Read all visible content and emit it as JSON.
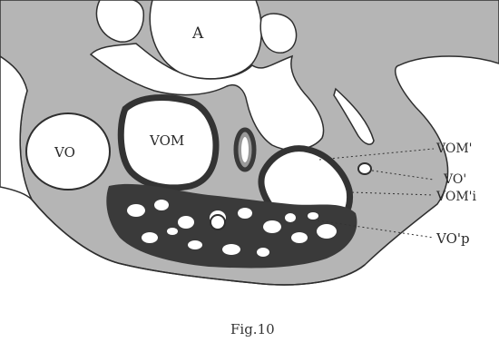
{
  "labels": {
    "A": "A",
    "VO": "VO",
    "VOM": "VOM",
    "VOM_prime": "VOM'",
    "VO_prime": "VO'",
    "VOM_prime_i": "VOM'i",
    "VO_prime_p": "VO'p"
  },
  "caption": "Fig.10",
  "colors": {
    "background": "#ffffff",
    "tissue": "#b3b3b3",
    "dense_tissue": "#3a3a3a",
    "outline": "#2e2e2e"
  }
}
